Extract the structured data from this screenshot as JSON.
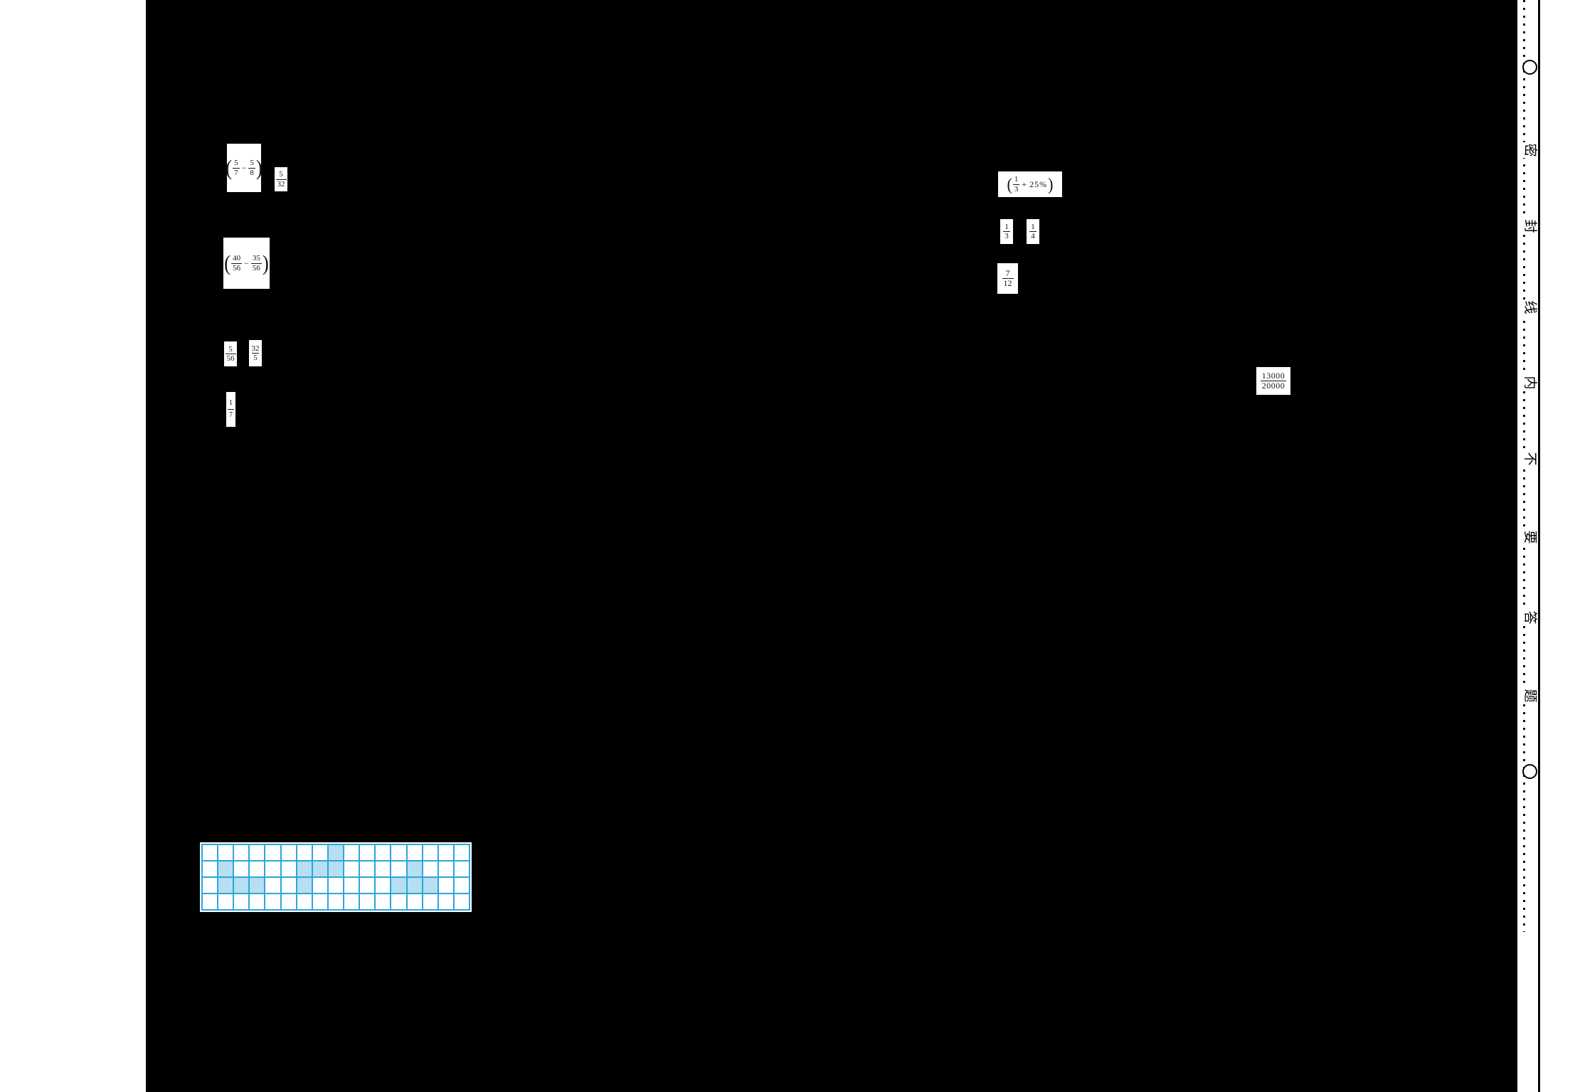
{
  "page": {
    "background_color": "#ffffff",
    "blackout_color": "#000000"
  },
  "fragments": {
    "expr1": {
      "open": "(",
      "f1": {
        "num": "5",
        "den": "7"
      },
      "op": "−",
      "f2": {
        "num": "5",
        "den": "8"
      },
      "close": ")"
    },
    "ans1": {
      "num": "5",
      "den": "32"
    },
    "expr2": {
      "open": "(",
      "f1": {
        "num": "40",
        "den": "56"
      },
      "op": "−",
      "f2": {
        "num": "35",
        "den": "56"
      },
      "close": ")"
    },
    "ans2a": {
      "num": "5",
      "den": "56"
    },
    "ans2b": {
      "num": "32",
      "den": "5"
    },
    "ans3": {
      "num": "1",
      "den": "7"
    },
    "expr3": {
      "open": "(",
      "f1": {
        "num": "1",
        "den": "3"
      },
      "op": "+",
      "tail": "25%",
      "close": ")"
    },
    "ans4a": {
      "num": "1",
      "den": "3"
    },
    "ans4b": {
      "num": "1",
      "den": "4"
    },
    "ans5": {
      "num": "7",
      "den": "12"
    },
    "ans6": {
      "num": "13000",
      "den": "20000"
    }
  },
  "seal_strip": {
    "labels": [
      "○",
      "密",
      "封",
      "线",
      "内",
      "不",
      "要",
      "答",
      "题",
      "○"
    ],
    "positions_y": [
      95,
      211,
      318,
      432,
      538,
      645,
      755,
      868,
      978,
      1085
    ]
  },
  "grid": {
    "rows": 4,
    "cols": 17,
    "line_color": "#2BA7DC",
    "shade_color": "#B8DEF2",
    "cell_color": "#FFFFFF",
    "shaded_cells": [
      [
        0,
        8
      ],
      [
        1,
        1
      ],
      [
        1,
        6
      ],
      [
        1,
        7
      ],
      [
        1,
        8
      ],
      [
        1,
        13
      ],
      [
        2,
        1
      ],
      [
        2,
        2
      ],
      [
        2,
        3
      ],
      [
        2,
        6
      ],
      [
        2,
        12
      ],
      [
        2,
        13
      ],
      [
        2,
        14
      ]
    ]
  }
}
